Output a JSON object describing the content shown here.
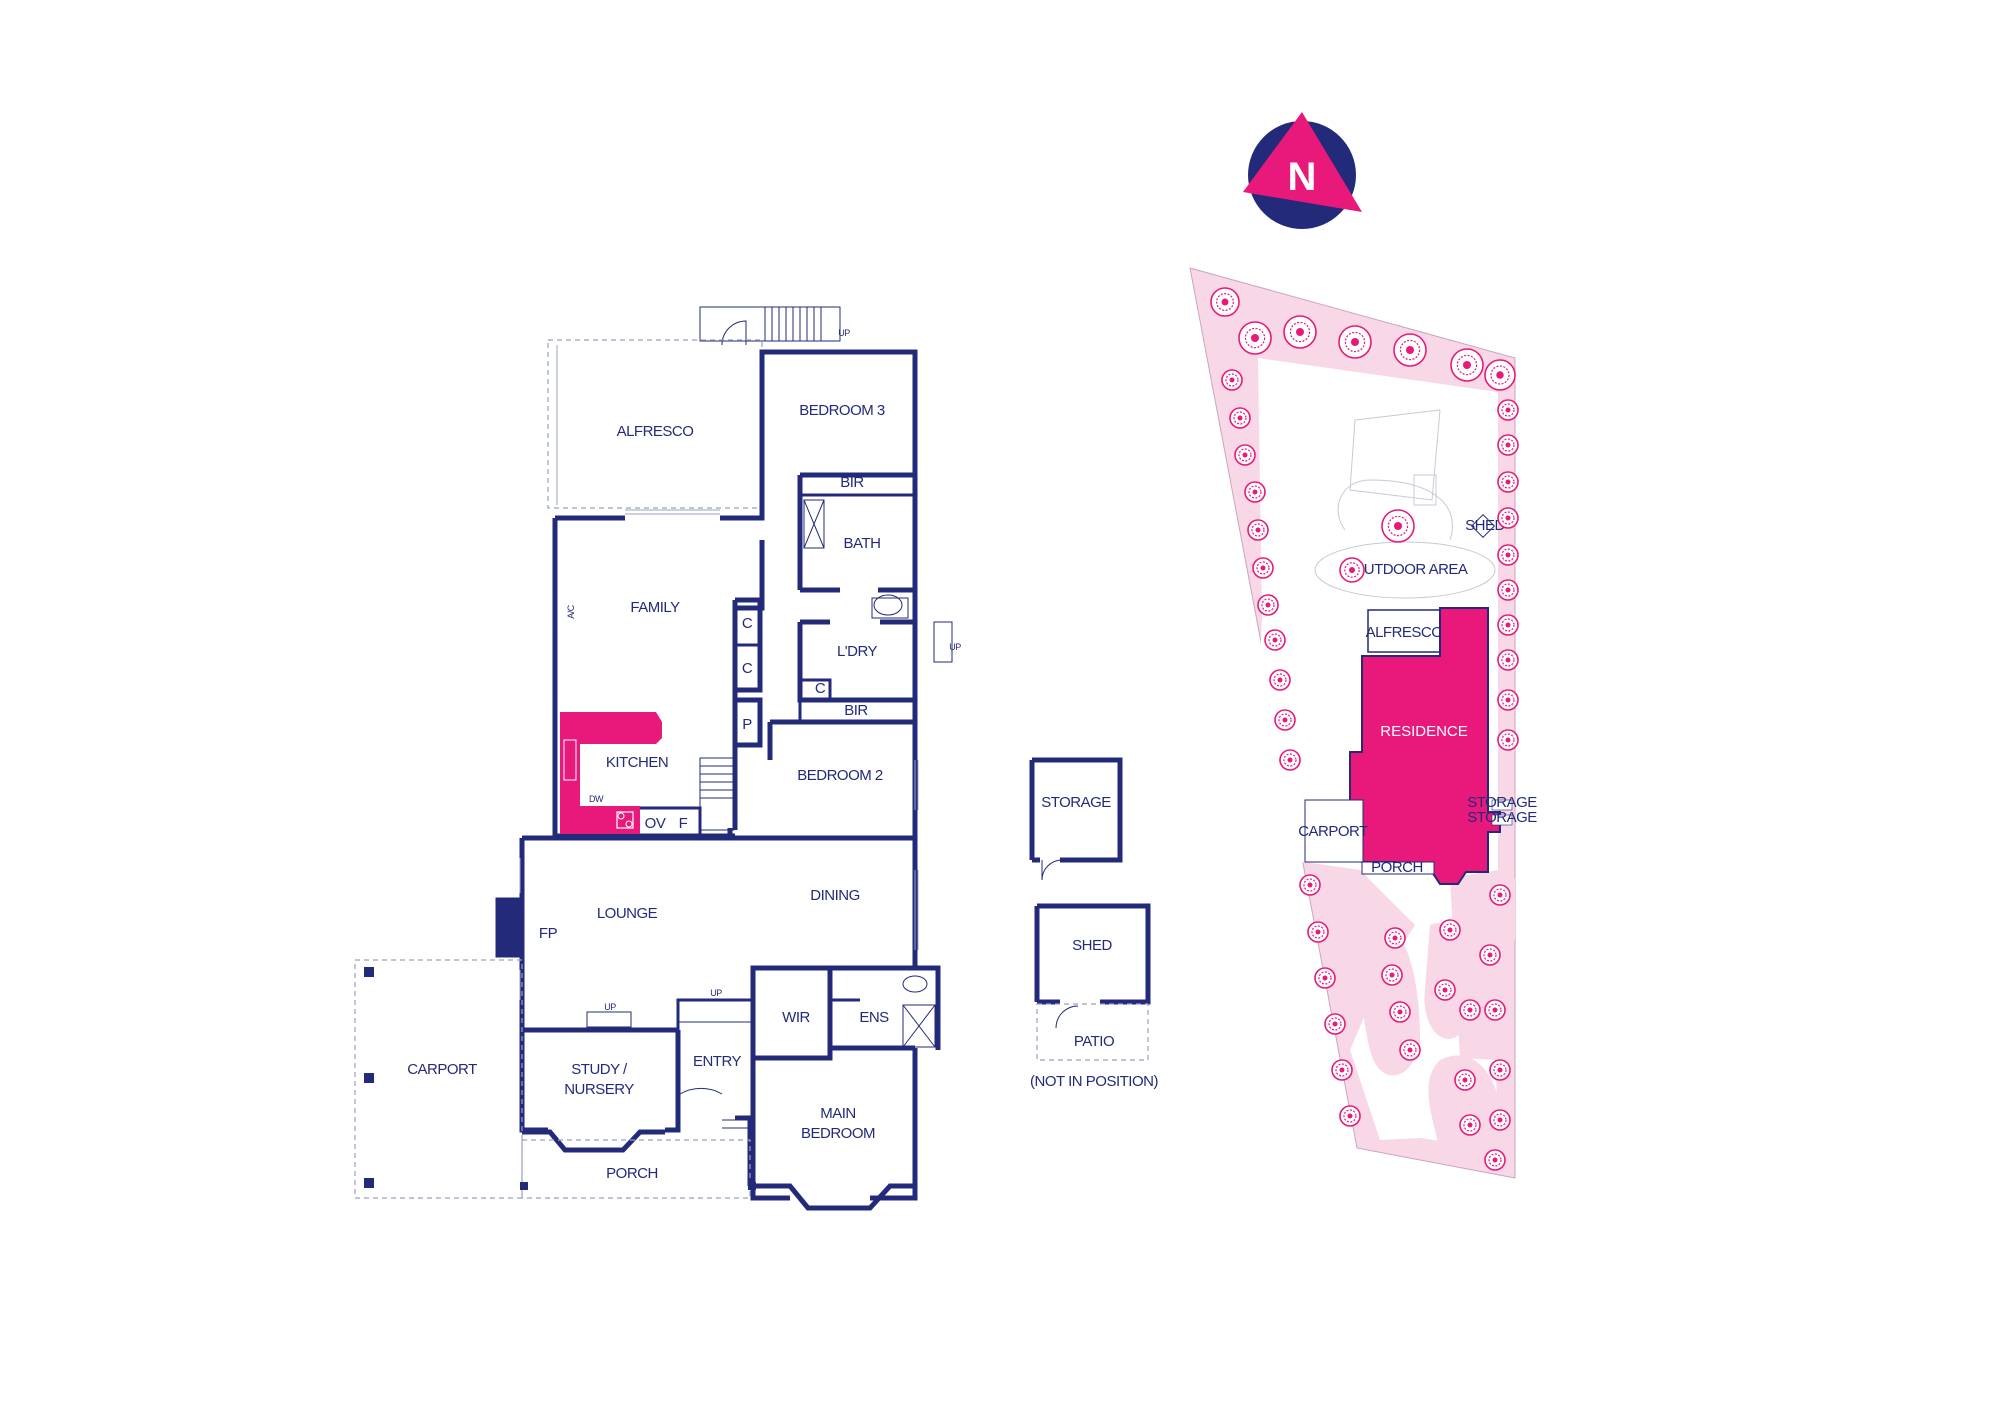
{
  "compass": {
    "letter": "N",
    "colors": {
      "ring": "#232a7a",
      "triangle": "#e8197b",
      "letter": "#ffffff"
    }
  },
  "colors": {
    "wall": "#232a7a",
    "accent": "#e8197b",
    "garden": "#f8d7e6",
    "tree": "#e8197b"
  },
  "floor_plan": {
    "rooms": {
      "alfresco": "ALFRESCO",
      "bedroom3": "BEDROOM 3",
      "bir_top": "BIR",
      "bath": "BATH",
      "family": "FAMILY",
      "ac": "A/C",
      "c1": "C",
      "c2": "C",
      "laundry": "L'DRY",
      "c3": "C",
      "bir_mid": "BIR",
      "pantry": "P",
      "kitchen": "KITCHEN",
      "dw": "DW",
      "ov": "OV",
      "fridge": "F",
      "bedroom2": "BEDROOM 2",
      "lounge": "LOUNGE",
      "dining": "DINING",
      "fireplace": "FP",
      "carport": "CARPORT",
      "study": "STUDY /",
      "nursery": "NURSERY",
      "entry": "ENTRY",
      "porch": "PORCH",
      "wir": "WIR",
      "ens": "ENS",
      "main": "MAIN",
      "main_bedroom": "BEDROOM"
    },
    "up_labels": {
      "stairs_top": "UP",
      "laundry": "UP",
      "study": "UP",
      "entry": "UP"
    }
  },
  "outbuildings": {
    "storage": "STORAGE",
    "shed": "SHED",
    "patio": "PATIO",
    "note": "(NOT IN POSITION)"
  },
  "site_plan": {
    "residence": "RESIDENCE",
    "alfresco": "ALFRESCO",
    "carport": "CARPORT",
    "porch": "PORCH",
    "shed": "SHED",
    "storage_1": "STORAGE",
    "storage_2": "STORAGE",
    "outdoor_area": "OUTDOOR AREA"
  }
}
